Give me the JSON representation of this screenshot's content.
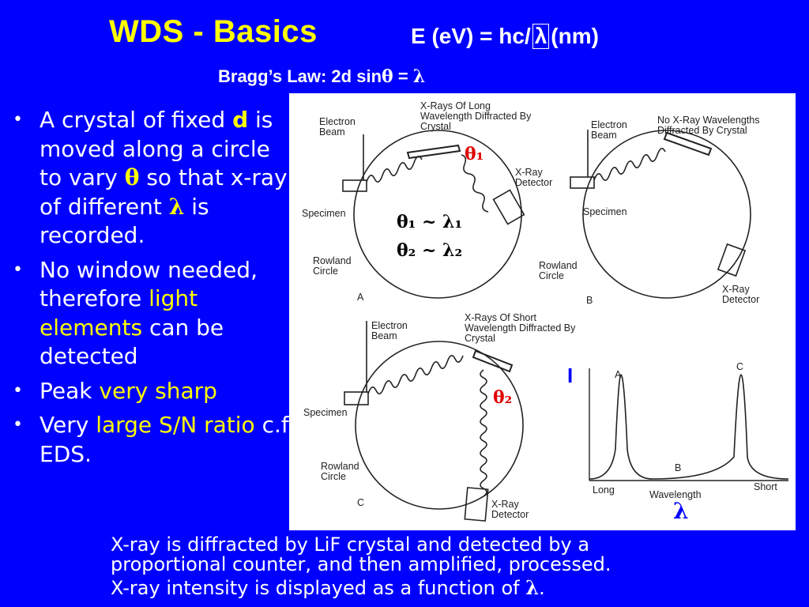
{
  "header": {
    "title": "WDS - Basics",
    "equation_prefix": "E (eV) = hc/",
    "equation_lambda": "λ",
    "equation_suffix": "(nm)",
    "bragg_prefix": "Bragg’s Law: 2d sin",
    "bragg_theta": "θ",
    "bragg_eq": " = ",
    "bragg_lambda": "λ"
  },
  "bullets": [
    {
      "parts": [
        "A crystal of fixed ",
        "d",
        " is moved along a circle to vary ",
        "θ",
        " so that x-ray of different ",
        "λ",
        " is recorded."
      ]
    },
    {
      "parts": [
        "No window needed, therefore ",
        "light elements",
        " can be detected"
      ]
    },
    {
      "parts": [
        "Peak ",
        "very sharp"
      ]
    },
    {
      "parts": [
        "Very ",
        "large S/N ratio",
        " c.f. EDS."
      ]
    }
  ],
  "figure": {
    "panel_a": {
      "electron_beam": "Electron Beam",
      "xray_note": "X-Rays Of Long Wavelength Diffracted By Crystal",
      "detector": "X-Ray Detector",
      "specimen": "Specimen",
      "rowland": "Rowland Circle",
      "letter": "A",
      "theta_label": "θ₁"
    },
    "panel_b": {
      "electron_beam": "Electron Beam",
      "xray_note": "No X-Ray Wavelengths Diffracted By Crystal",
      "specimen": "Specimen",
      "rowland": "Rowland Circle",
      "detector": "X-Ray Detector",
      "letter": "B"
    },
    "panel_c": {
      "electron_beam": "Electron Beam",
      "xray_note": "X-Rays Of Short Wavelength Diffracted By Crystal",
      "specimen": "Specimen",
      "rowland": "Rowland Circle",
      "detector": "X-Ray Detector",
      "letter": "C",
      "theta_label": "θ₂"
    },
    "relations": [
      "θ₁ ~ λ₁",
      "θ₂ ~ λ₂"
    ],
    "spectrum": {
      "intensity_label": "I",
      "peak_a": "A",
      "peak_b": "B",
      "peak_c": "C",
      "long": "Long",
      "wavelength": "Wavelength",
      "short": "Short",
      "lambda_label": "λ"
    }
  },
  "caption": {
    "line1": "X-ray is diffracted by LiF crystal and detected by a",
    "line2": "proportional counter, and then amplified, processed.",
    "line3_prefix": "X-ray intensity is displayed as a function of ",
    "line3_lambda": "λ",
    "line3_suffix": "."
  },
  "colors": {
    "background": "#0000ff",
    "accent_yellow": "#ffff00",
    "text_white": "#ffffff",
    "theta_red": "#e00000"
  }
}
